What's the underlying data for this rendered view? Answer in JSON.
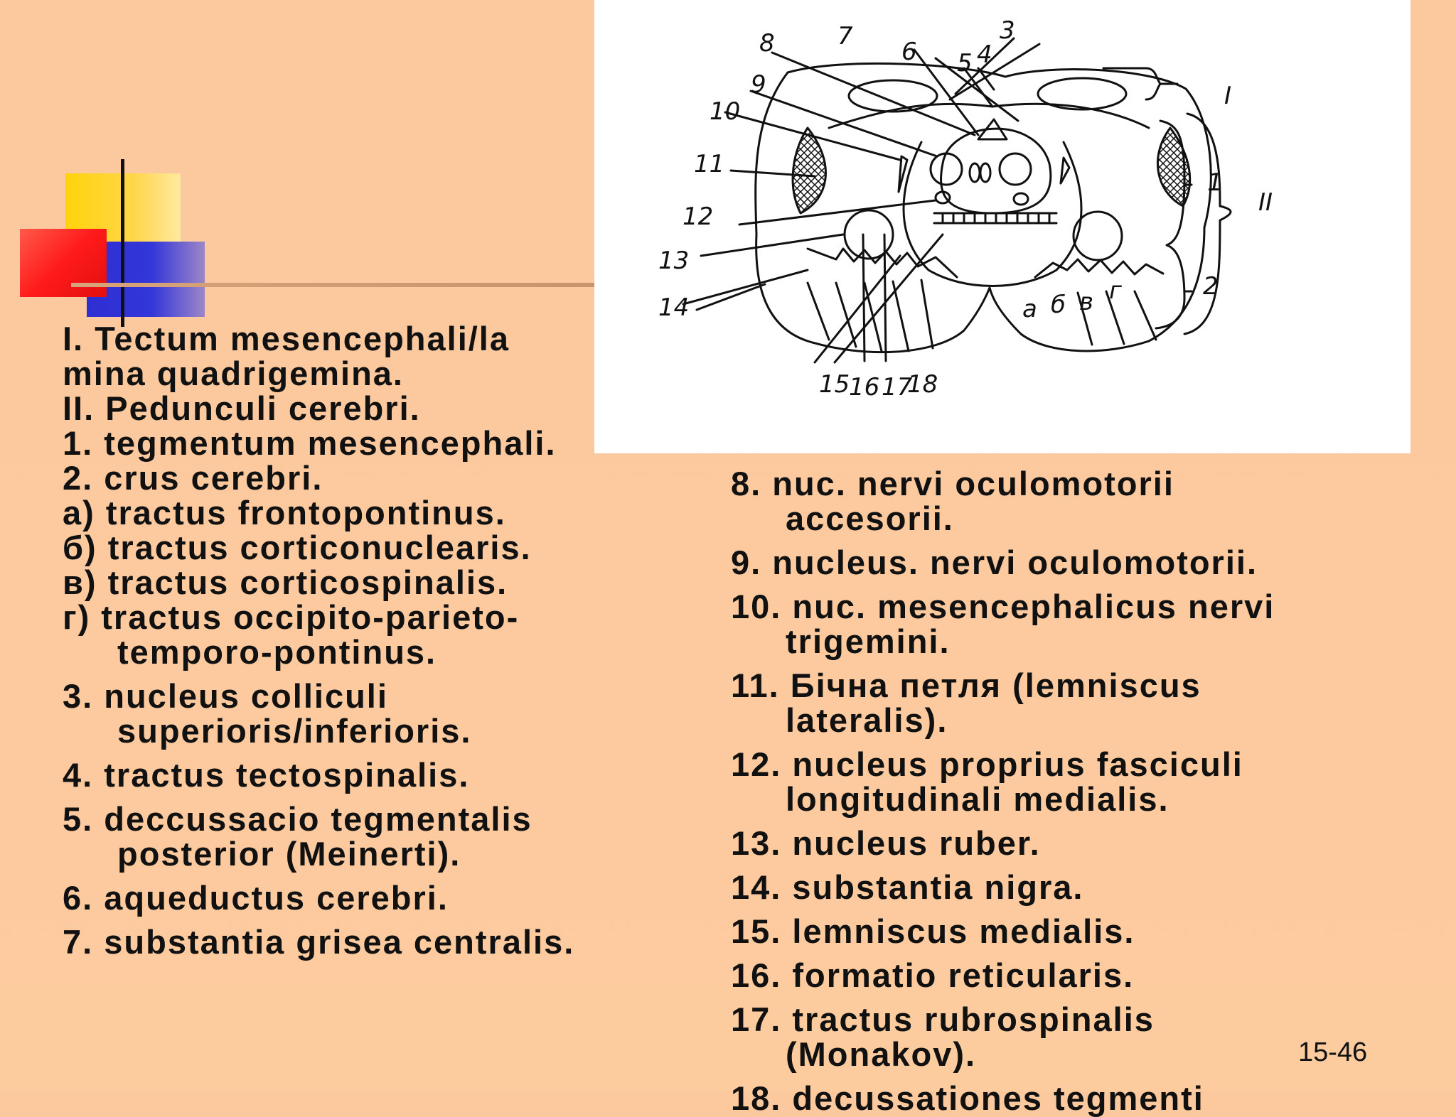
{
  "figure": {
    "labels": {
      "n1": "1",
      "n2": "2",
      "n3": "3",
      "n4": "4",
      "n5": "5",
      "n6": "6",
      "n7": "7",
      "n8": "8",
      "n9": "9",
      "n10": "10",
      "n11": "11",
      "n12": "12",
      "n13": "13",
      "n14": "14",
      "n15": "15",
      "n16": "16",
      "n17": "17",
      "n18": "18",
      "roman1": "I",
      "roman2": "II",
      "a": "а",
      "b": "б",
      "v": "в",
      "g": "г"
    }
  },
  "left_column": {
    "items": [
      {
        "first": "I. Tectum  mesencephali/la",
        "cont": "mina quadrigemina."
      },
      {
        "first": "II. Pedunculi cerebri."
      },
      {
        "first": "1. tegmentum mesencephali."
      },
      {
        "first": "2.  crus cerebri."
      },
      {
        "first": "а)   tractus frontopontinus."
      },
      {
        "first": "б)   tractus corticonuclearis."
      },
      {
        "first": "в)   tractus corticospinalis."
      },
      {
        "first": "г)   tractus occipito-parieto-",
        "cont": "temporo-pontinus."
      },
      {
        "first": "3. nucleus  colliculi",
        "cont": "superioris/inferioris."
      },
      {
        "first": "4.  tractus tectospinalis."
      },
      {
        "first": "5. deccussacio tegmentalis",
        "cont": "posterior (Meinerti)."
      },
      {
        "first": "6. aqueductus cerebri."
      },
      {
        "first": "7. substantia grisea centralis."
      }
    ]
  },
  "right_column": {
    "items": [
      {
        "first": "8. nuc. nervi oculomotorii",
        "cont": "accesorii."
      },
      {
        "first": "9. nucleus. nervi oculomotorii."
      },
      {
        "first": "10. nuc. mesencephalicus nervi",
        "cont": "trigemini."
      },
      {
        "first": "11. Бічна петля (lemniscus",
        "cont": "lateralis)."
      },
      {
        "first": "12. nucleus proprius fasciculi",
        "cont": "longitudinali medialis."
      },
      {
        "first": "13. nucleus ruber."
      },
      {
        "first": "14. substantia nigra."
      },
      {
        "first": "15. lemniscus medialis."
      },
      {
        "first": "16. formatio reticularis."
      },
      {
        "first": "17. tractus  rubrospinalis",
        "cont": "(Monakov)."
      },
      {
        "first": "18. decussationes tegmenti"
      }
    ]
  },
  "page_number": "15-46"
}
